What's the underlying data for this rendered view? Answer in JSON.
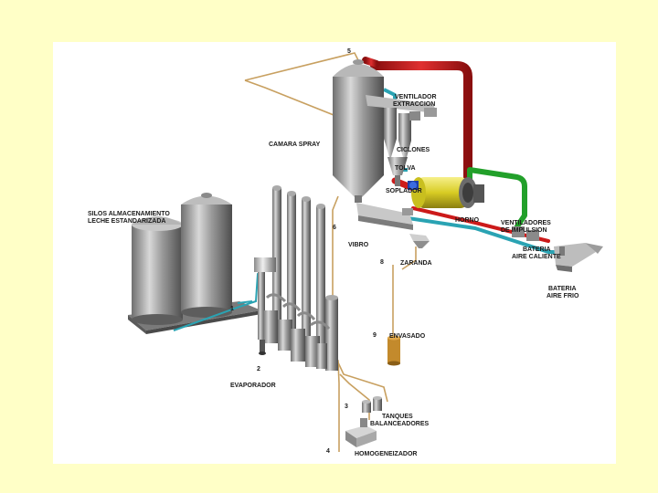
{
  "labels": {
    "silos_line1": "SILOS ALMACENAMIENTO",
    "silos_line2": "LECHE ESTANDARIZADA",
    "camara_spray": "CAMARA SPRAY",
    "ventilador_line1": "VENTILADOR",
    "ventilador_line2": "EXTRACCION",
    "ciclones": "CICLONES",
    "tolva": "TOLVA",
    "soplador": "SOPLADOR",
    "vibro": "VIBRO",
    "horno": "HORNO",
    "ventiladores_line1": "VENTILADORES",
    "ventiladores_line2": "DE IMPULSION",
    "bateria_caliente_line1": "BATERIA",
    "bateria_caliente_line2": "AIRE CALIENTE",
    "zaranda": "ZARANDA",
    "bateria_frio_line1": "BATERIA",
    "bateria_frio_line2": "AIRE FRIO",
    "envasado": "ENVASADO",
    "evaporador": "EVAPORADOR",
    "tanques_line1": "TANQUES",
    "tanques_line2": "BALANCEADORES",
    "homogeneizador": "HOMOGENEIZADOR"
  },
  "steps": {
    "s1": "1",
    "s2": "2",
    "s3": "3",
    "s4": "4",
    "s5": "5",
    "s6": "6",
    "s8": "8",
    "s9": "9"
  },
  "colors": {
    "background": "#ffffc7",
    "panel": "#ffffff",
    "hot_duct": "#cc1a1a",
    "fan_duct": "#22a02a",
    "cold_duct": "#2aa3b3",
    "burner": "#e0d62a",
    "product_line": "#c8a060"
  }
}
